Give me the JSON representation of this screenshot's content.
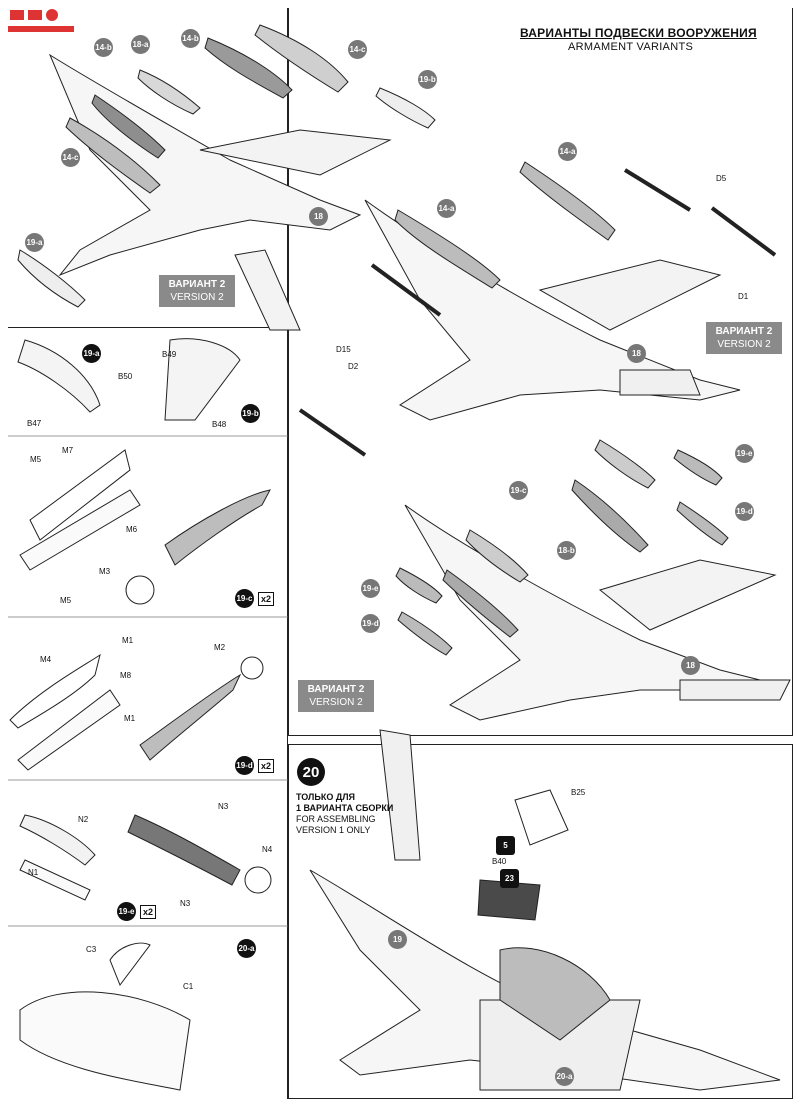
{
  "header": {
    "title_ru": "ВАРИАНТЫ ПОДВЕСКИ ВООРУЖЕНИЯ",
    "title_en": "ARMAMENT VARIANTS"
  },
  "variant_badge": {
    "ru": "ВАРИАНТ 2",
    "en": "VERSION 2"
  },
  "step20": {
    "number": "20",
    "ru_line1": "ТОЛЬКО ДЛЯ",
    "ru_line2": "1 ВАРИАНТА СБОРКИ",
    "en_line1": "FOR ASSEMBLING",
    "en_line2": "VERSION 1 ONLY"
  },
  "multiplier": "x2",
  "callouts": {
    "c14b": "14-b",
    "c18a": "18-a",
    "c14c": "14-c",
    "c19b": "19-b",
    "c19a": "19-a",
    "c18": "18",
    "c14a": "14-a",
    "c19c": "19-c",
    "c19e": "19-e",
    "c19d": "19-d",
    "c18b": "18-b",
    "c20a": "20-a",
    "c19": "19",
    "c5": "5",
    "c23": "23"
  },
  "part_labels": {
    "B50": "B50",
    "B47": "B47",
    "B49": "B49",
    "B48": "B48",
    "M5": "M5",
    "M7": "M7",
    "M6": "M6",
    "M3": "M3",
    "M1": "M1",
    "M4": "M4",
    "M8": "M8",
    "M2": "M2",
    "N2": "N2",
    "N1": "N1",
    "N3": "N3",
    "N4": "N4",
    "C3": "C3",
    "C1": "C1",
    "D5": "D5",
    "D1": "D1",
    "D15": "D15",
    "D2": "D2",
    "B25": "B25",
    "B40": "B40"
  }
}
